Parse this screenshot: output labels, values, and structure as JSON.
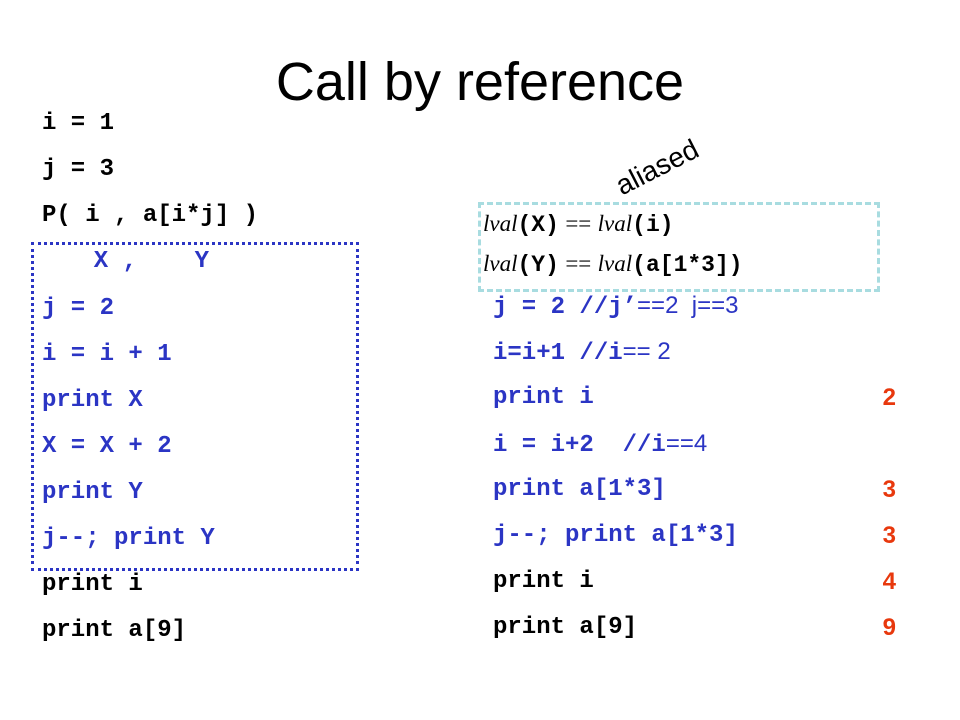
{
  "slide": {
    "title": "Call by reference",
    "annotation": "aliased"
  },
  "left_code": {
    "lines": [
      "i = 1",
      "j = 3",
      "P( i , a[i*j] )",
      "  X ,    Y",
      "j = 2",
      "i = i + 1",
      "print X",
      "X = X + 2",
      "print Y",
      "j--; print Y",
      "print i",
      "print a[9]"
    ]
  },
  "alias_box": {
    "line1": {
      "lval": "lval",
      "x": "(X)",
      "eq": "==",
      "lval2": "lval",
      "arg": "(i)"
    },
    "line2": {
      "lval": "lval",
      "y": "(Y)",
      "eq": "==",
      "lval2": "lval",
      "arg": "(a[1*3])"
    }
  },
  "right_code": {
    "lines": [
      {
        "code": "j = 2 //j’",
        "comment": "==2  j==3"
      },
      {
        "code": "i=i+1 //i",
        "comment": "== 2"
      },
      {
        "code": "print i",
        "output": "2"
      },
      {
        "code": "i = i+2  //i",
        "comment": "==4"
      },
      {
        "code": "print a[1*3]",
        "output": "3"
      },
      {
        "code": "j--; print a[1*3]",
        "output": "3"
      },
      {
        "code": "print i",
        "output": "4"
      },
      {
        "code": "print a[9]",
        "output": "9"
      }
    ]
  },
  "colors": {
    "code_blue": "#2b35c4",
    "output_red": "#e8380d",
    "alias_box_border": "#a8dce0"
  }
}
